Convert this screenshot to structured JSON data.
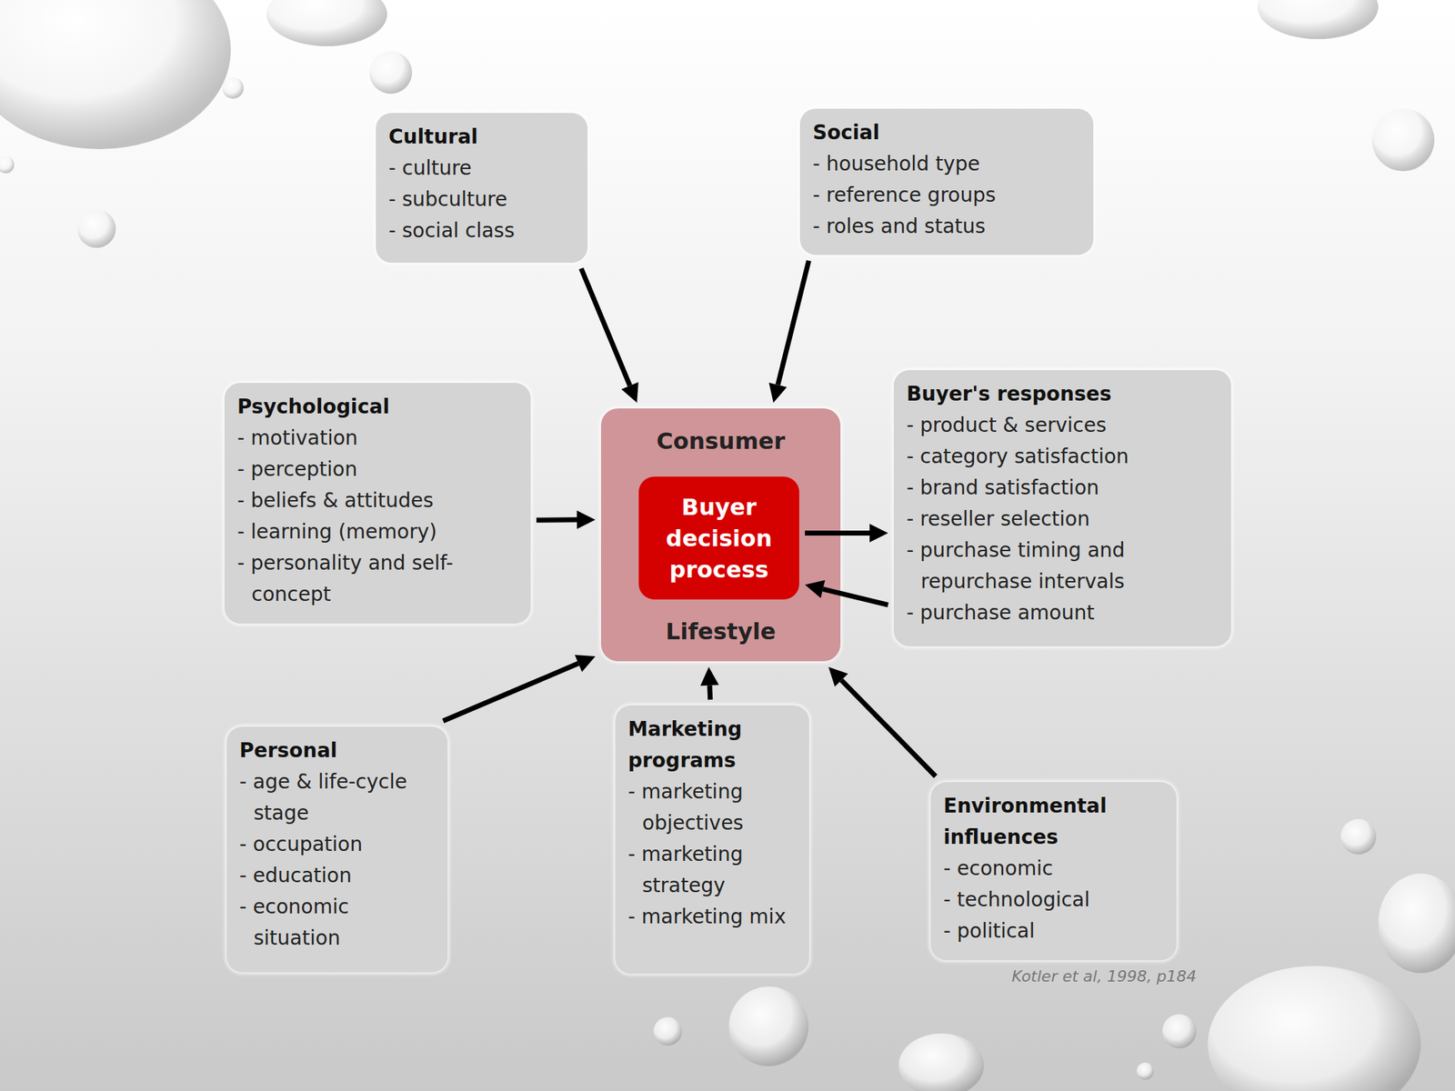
{
  "diagram": {
    "nodes": [
      {
        "text": [
          "Cultural",
          "- culture",
          "- subculture",
          "- social class"
        ]
      },
      {
        "text": [
          "Social",
          "- household type",
          "- reference groups",
          "- roles and status"
        ]
      },
      {
        "text": [
          "Psychological",
          "- motivation",
          "- perception",
          "- beliefs & attitudes",
          "- learning (memory)",
          "- personality and self-concept"
        ]
      },
      {
        "text": [
          "Consumer",
          "Lifestyle"
        ]
      },
      {
        "text": [
          "Buyer decision process"
        ],
        "in": 3
      },
      {
        "text": [
          "Buyer's responses",
          "- product & services",
          "- category satisfaction",
          "- brand satisfaction",
          "- reseller selection",
          "- purchase timing and repurchase intervals",
          "- purchase amount"
        ]
      },
      {
        "text": [
          "Personal",
          "- age & life-cycle stage",
          "- occupation",
          "- education",
          "- economic situation"
        ]
      },
      {
        "text": [
          "Marketing programs",
          "- marketing objectives",
          "- marketing strategy",
          "- marketing mix"
        ]
      },
      {
        "text": [
          "Environmental influences",
          "- economic",
          "- technological",
          "- political"
        ]
      }
    ],
    "edges": [
      {
        "from": 0,
        "to": 3,
        "arrow": "to"
      },
      {
        "from": 1,
        "to": 3,
        "arrow": "to"
      },
      {
        "from": 2,
        "to": 3,
        "arrow": "to"
      },
      {
        "from": 4,
        "to": 5,
        "arrow": "to"
      },
      {
        "from": 5,
        "to": 4,
        "arrow": "to"
      },
      {
        "from": 6,
        "to": 3,
        "arrow": "to"
      },
      {
        "from": 7,
        "to": 3,
        "arrow": "to"
      },
      {
        "from": 8,
        "to": 3,
        "arrow": "to"
      }
    ],
    "labels": [
      "Kotler et al, 1998, p184"
    ]
  }
}
